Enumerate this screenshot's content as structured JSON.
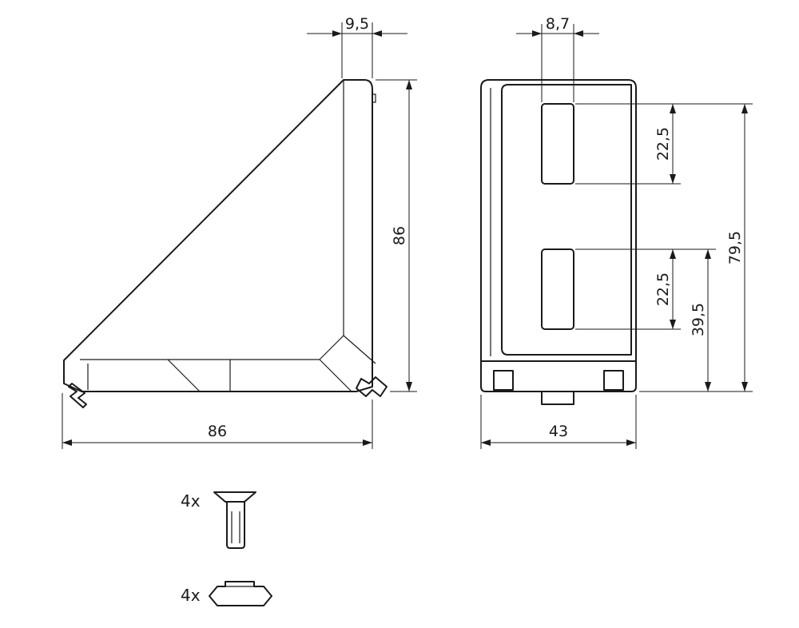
{
  "dimensions": {
    "side_top_width": "9,5",
    "side_height": "86",
    "side_width": "86",
    "front_slot_width": "8,7",
    "front_slot_upper_height": "22,5",
    "front_slot_lower_height": "22,5",
    "front_slot_lower_offset": "39,5",
    "front_total_height": "79,5",
    "front_width": "43"
  },
  "parts": {
    "screw_quantity": "4x",
    "nut_quantity": "4x"
  },
  "icons": {
    "screw": "countersunk-screw-icon",
    "nut": "slot-nut-icon"
  },
  "colors": {
    "stroke": "#1a1a1a",
    "background": "#ffffff"
  }
}
